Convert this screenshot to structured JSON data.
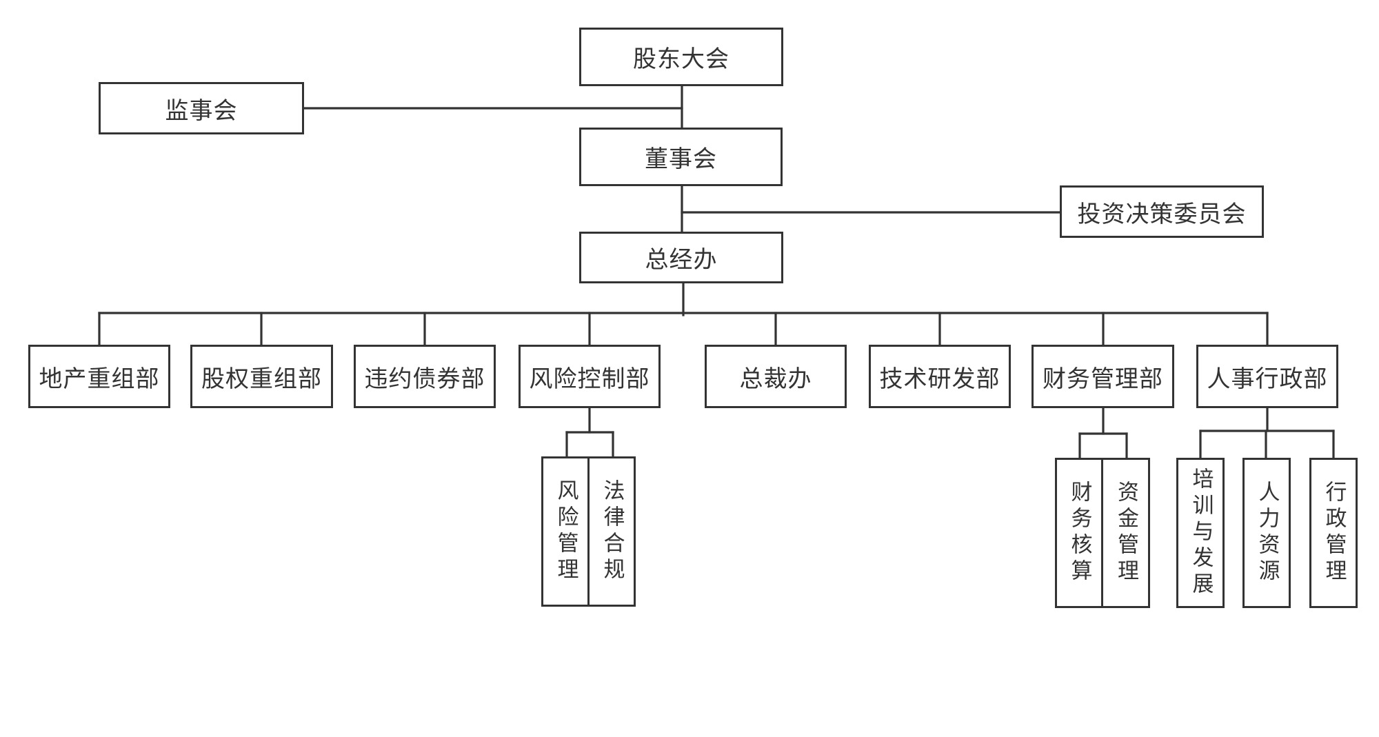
{
  "org_chart": {
    "top": {
      "shareholders": "股东大会",
      "supervisors": "监事会",
      "board": "董事会",
      "investment_committee": "投资决策委员会",
      "general_office": "总经办"
    },
    "departments": {
      "real_estate": "地产重组部",
      "equity": "股权重组部",
      "default_bonds": "违约债券部",
      "risk_control": "风险控制部",
      "president_office": "总裁办",
      "tech_rd": "技术研发部",
      "finance": "财务管理部",
      "hr_admin": "人事行政部"
    },
    "sub_units": {
      "risk_management": "风险管理",
      "legal_compliance": "法律合规",
      "financial_accounting": "财务核算",
      "fund_management": "资金管理",
      "training": "培训与发展",
      "human_resources": "人力资源",
      "administration": "行政管理"
    }
  }
}
